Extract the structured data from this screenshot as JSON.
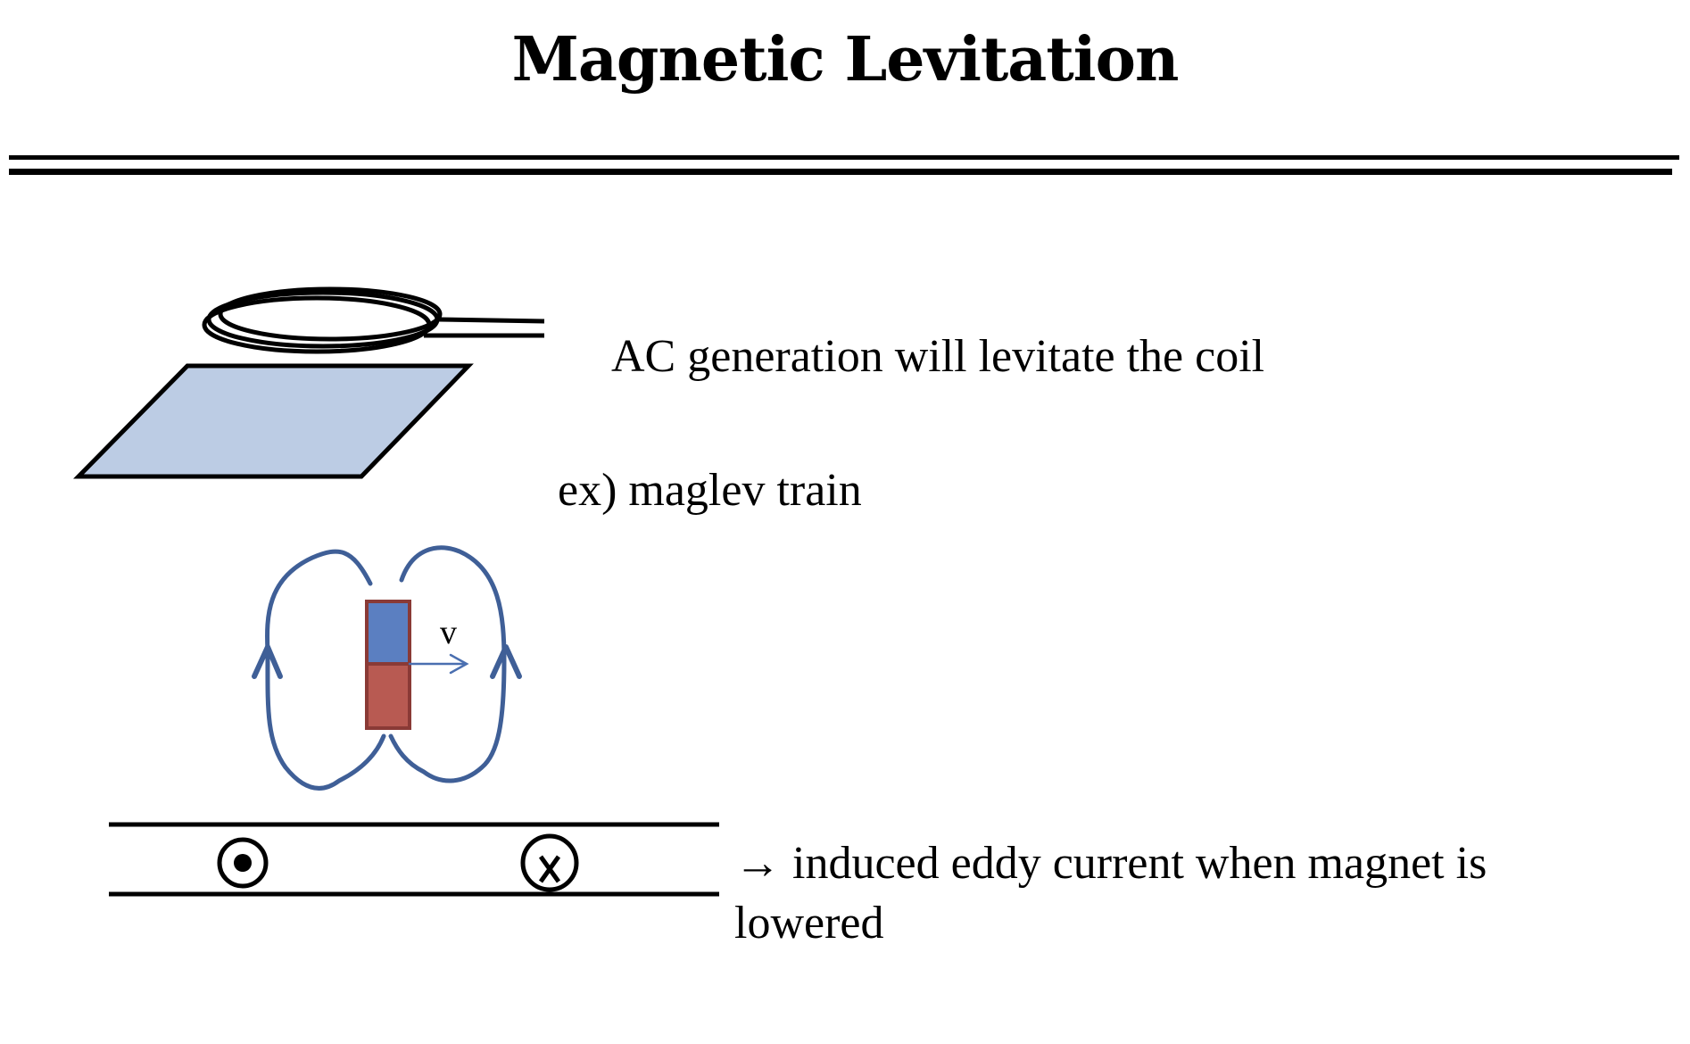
{
  "title": "Magnetic Levitation",
  "captions": {
    "ac_generation": "AC generation will levitate the coil",
    "example": "ex) maglev train",
    "eddy_line1": "→ induced eddy current when magnet is",
    "eddy_line2": "lowered"
  },
  "labels": {
    "velocity": "v"
  },
  "colors": {
    "plate_fill": "#bccce4",
    "field_line": "#3f5f97",
    "magnet_north": "#5b7fc1",
    "magnet_south": "#b85a52",
    "magnet_edge": "#8a3a36",
    "ink": "#000000"
  },
  "icons": {
    "current_out": "dot-in-circle-icon",
    "current_in": "cross-in-circle-icon"
  }
}
